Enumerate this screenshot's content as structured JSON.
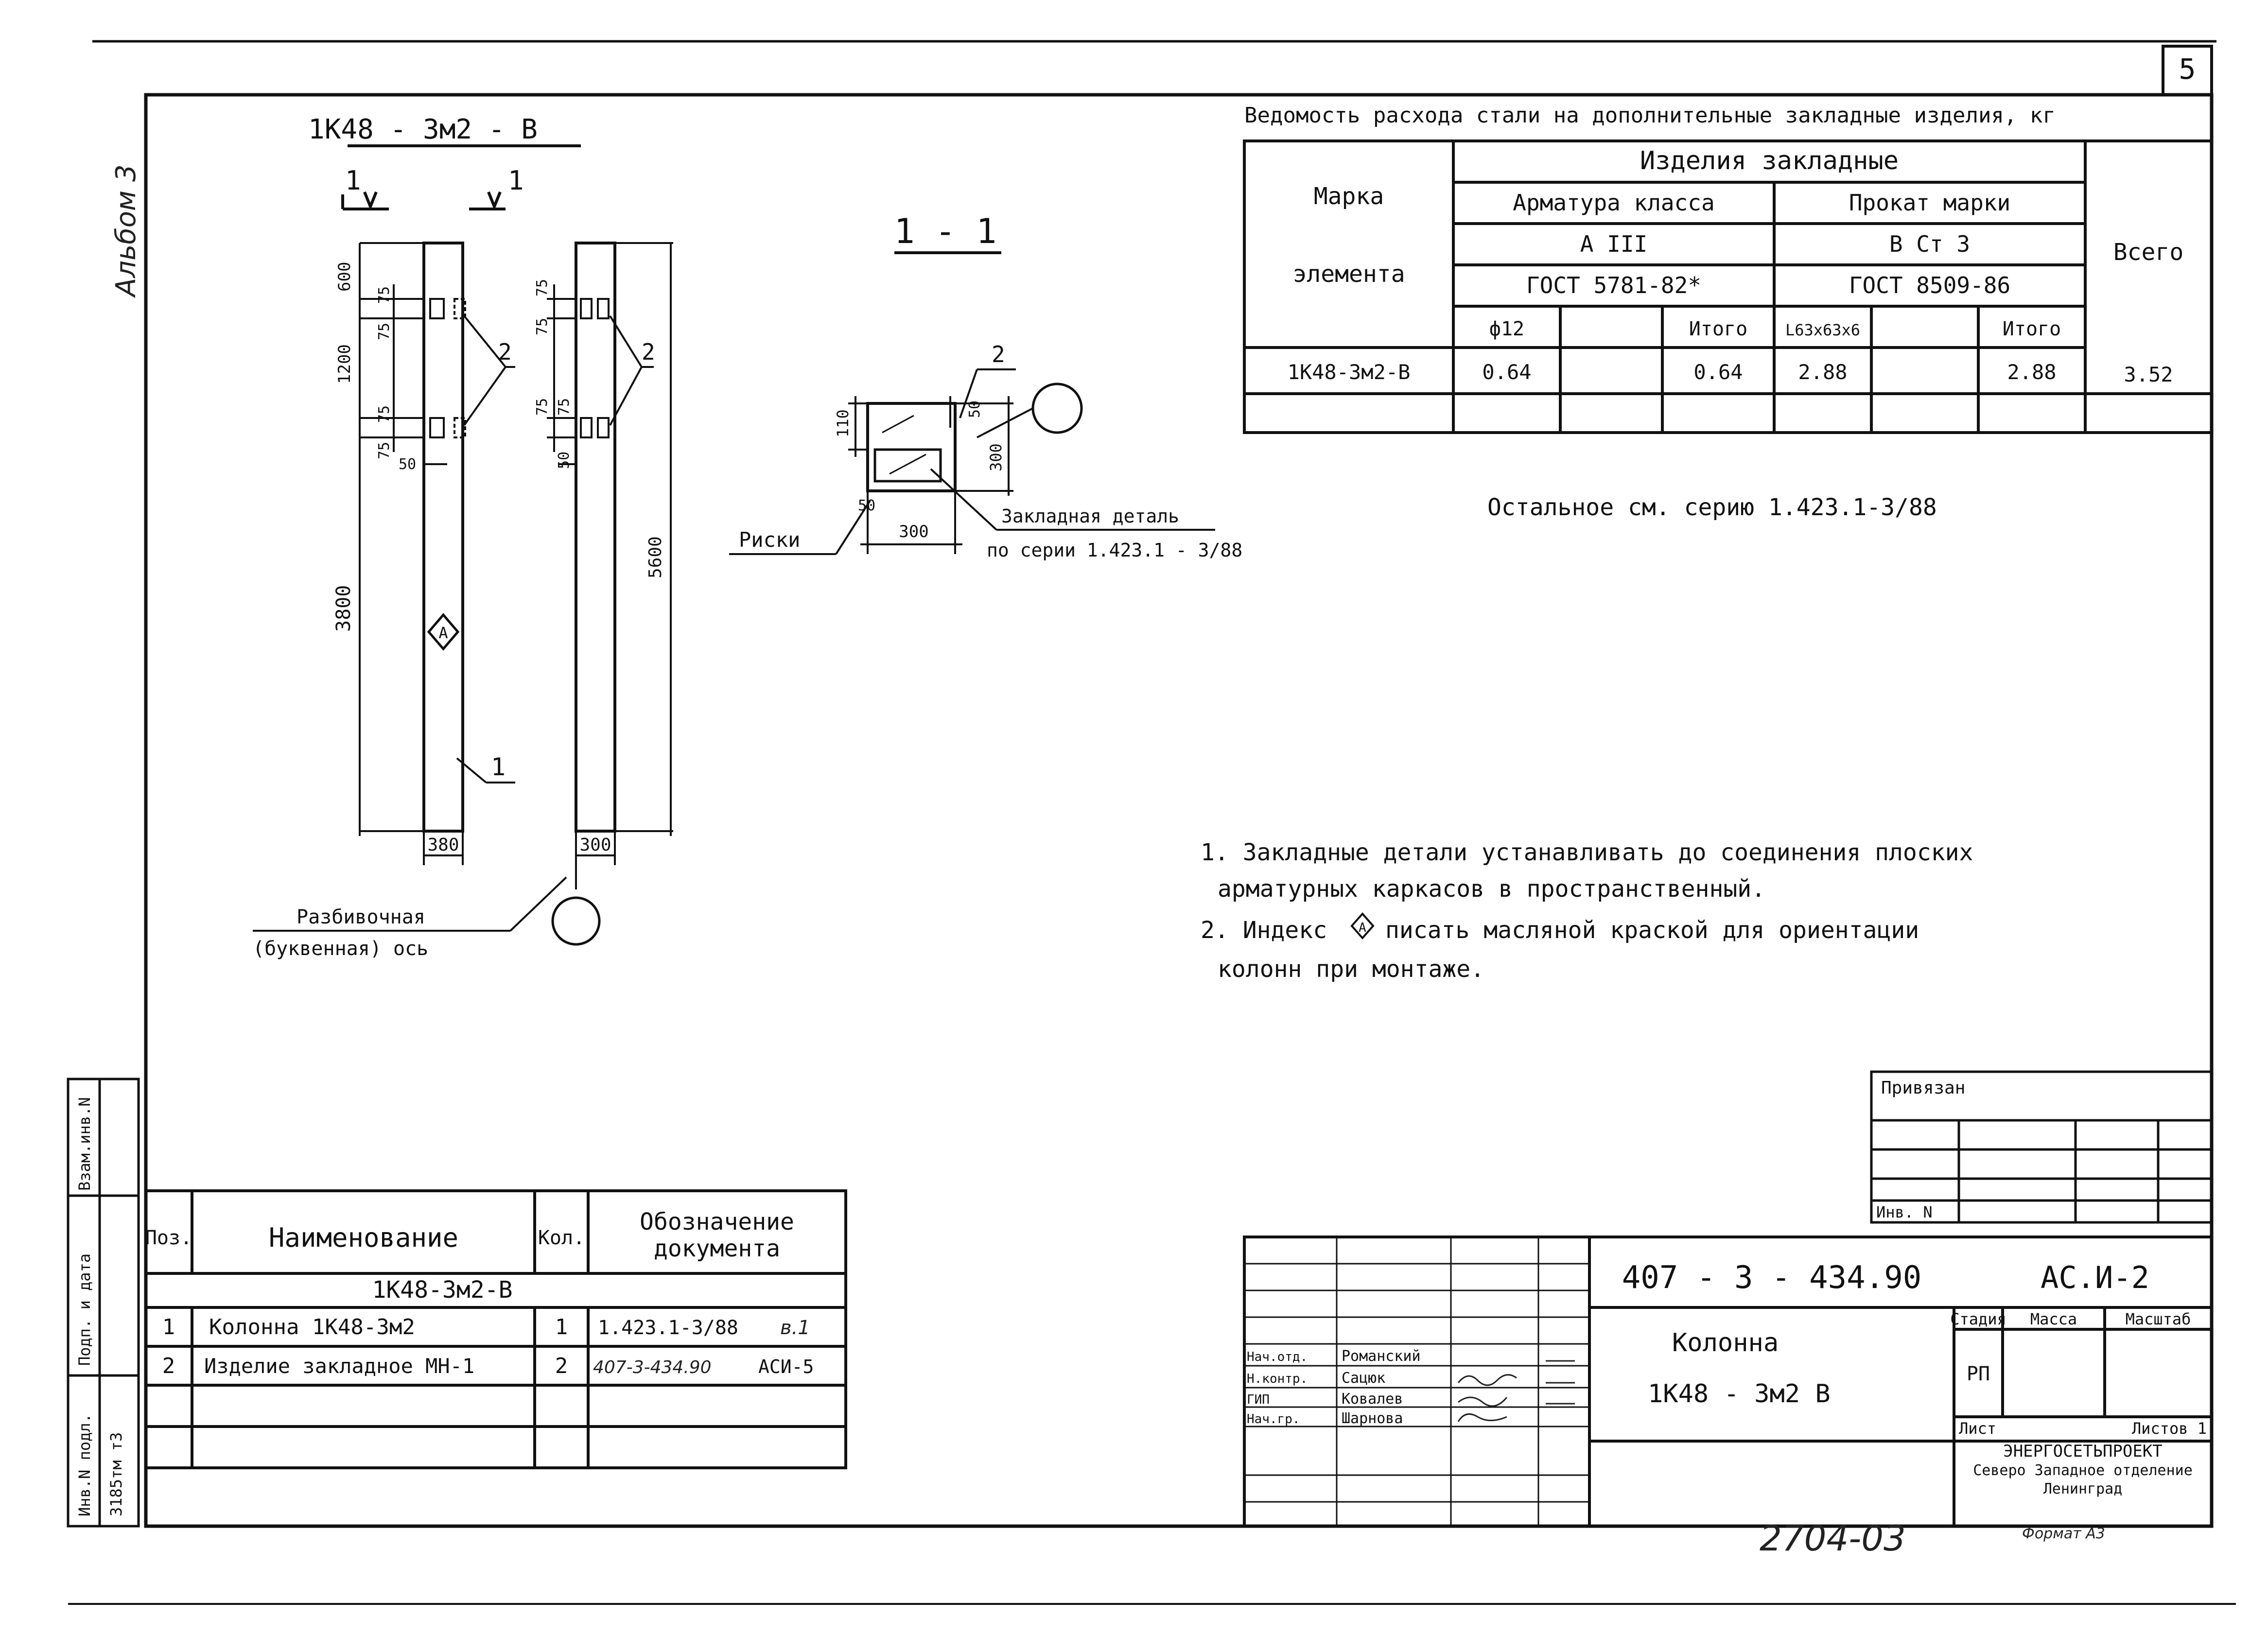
{
  "sheet": {
    "page_no": "5",
    "album": "Альбом 3"
  },
  "elevation": {
    "title": "1К48 - 3м2 - В",
    "section_mark": "1",
    "dims_left": [
      "600",
      "75",
      "75",
      "1200",
      "75",
      "75",
      "50",
      "3800"
    ],
    "dim_width": "380",
    "dims_right": [
      "75",
      "75",
      "75",
      "75",
      "50",
      "5600"
    ],
    "dim_width_right": "300",
    "index_mark": "А",
    "callout_2": "2",
    "callout_1": "1",
    "axis_label_1": "Разбивочная",
    "axis_label_2": "(буквенная) ось"
  },
  "section": {
    "title": "1 - 1",
    "callout": "2",
    "d110": "110",
    "d50a": "50",
    "d300v": "300",
    "d50b": "50",
    "d300h": "300",
    "riski": "Риски",
    "detail_1": "Закладная деталь",
    "detail_2": "по серии 1.423.1 - 3/88"
  },
  "steel_table": {
    "title": "Ведомость расхода стали на дополнительные закладные изделия, кг",
    "h_mark_1": "Марка",
    "h_mark_2": "элемента",
    "h_items": "Изделия закладные",
    "h_rebar": "Арматура класса",
    "h_rebar_class": "А III",
    "h_rebar_gost": "ГОСТ 5781-82*",
    "h_rolled": "Прокат марки",
    "h_rolled_grade": "В Ст 3",
    "h_rolled_gost": "ГОСТ 8509-86",
    "h_total": "Всего",
    "c_d12": "ф12",
    "c_itogo1": "Итого",
    "c_angle": "L63х63х6",
    "c_itogo2": "Итого",
    "row_mark": "1К48-3м2-В",
    "row_d12": "0.64",
    "row_itogo1": "0.64",
    "row_angle": "2.88",
    "row_itogo2": "2.88",
    "row_total": "3.52"
  },
  "remark": "Остальное см. серию 1.423.1-3/88",
  "notes": {
    "n1a": "1. Закладные детали устанавливать до соединения плоских",
    "n1b": "арматурных каркасов в пространственный.",
    "n2a": "2. Индекс",
    "n2b": "писать масляной краской для ориентации",
    "n2c": "колонн при монтаже."
  },
  "spec_table": {
    "h_pos": "Поз.",
    "h_name": "Наименование",
    "h_qty": "Кол.",
    "h_doc_1": "Обозначение",
    "h_doc_2": "документа",
    "group": "1К48-3м2-В",
    "rows": [
      {
        "pos": "1",
        "name": "Колонна 1К48-3м2",
        "qty": "1",
        "doc": "1.423.1-3/88",
        "doc_extra": "в.1"
      },
      {
        "pos": "2",
        "name": "Изделие закладное МН-1",
        "qty": "2",
        "doc": "407-3-434.90",
        "doc_extra": "АСИ-5"
      }
    ]
  },
  "side_stamp": {
    "zam_inv": "Взам.инв.N",
    "podp_data": "Подп. и дата",
    "inv_podl": "Инв.N подл.",
    "inv_value": "3185тм т3"
  },
  "privyazan": {
    "label": "Привязан",
    "inv": "Инв. N"
  },
  "title_block": {
    "code": "407 - 3 - 434.90",
    "sheet_code": "АС.И-2",
    "name_1": "Колонна",
    "name_2": "1К48 - 3м2 В",
    "stadia_h": "Стадия",
    "massa_h": "Масса",
    "masshtab_h": "Масштаб",
    "stadia": "РП",
    "list": "Лист",
    "listov": "Листов 1",
    "org_1": "ЭНЕРГОСЕТЬПРОЕКТ",
    "org_2": "Северо Западное отделение",
    "org_3": "Ленинград",
    "signers": [
      {
        "role": "Нач.отд.",
        "name": "Романский"
      },
      {
        "role": "Н.контр.",
        "name": "Сацюк"
      },
      {
        "role": "ГИП",
        "name": "Ковалев"
      },
      {
        "role": "Нач.гр.",
        "name": "Шарнова"
      }
    ]
  },
  "footer": {
    "number": "2704-03",
    "format": "Формат А3"
  }
}
